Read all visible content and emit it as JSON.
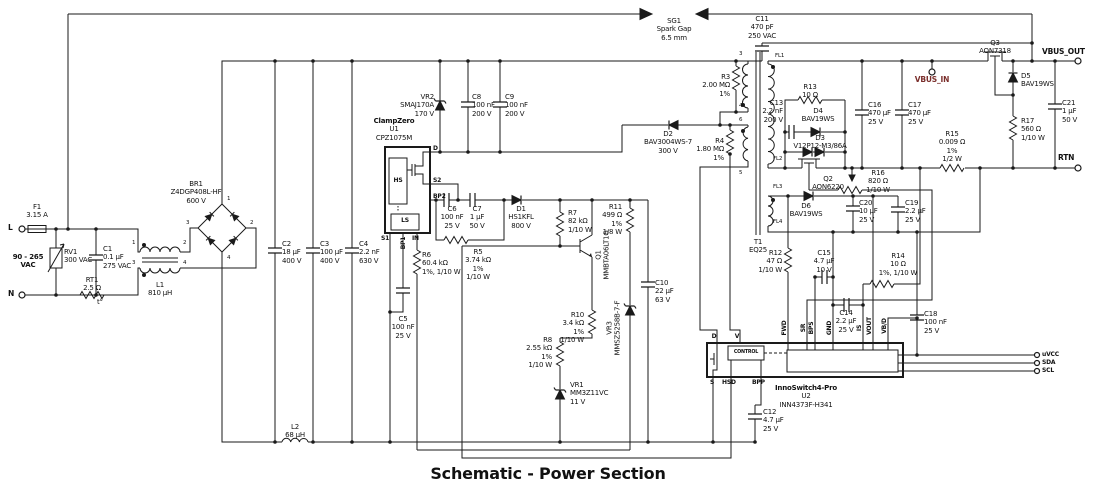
{
  "title": "Schematic - Power Section",
  "colors": {
    "wire": "#1a1a1a",
    "vbus_in_label": "#7a2e2b",
    "background": "#ffffff"
  },
  "terminals": {
    "L": "L",
    "N": "N",
    "VBUS_OUT": "VBUS_OUT",
    "RTN": "RTN",
    "VBUS_IN": "VBUS_IN",
    "uVCC": "uVCC",
    "SDA": "SDA",
    "SCL": "SCL"
  },
  "input_rating": [
    "90 - 265",
    "VAC"
  ],
  "components": {
    "F1": [
      "F1",
      "3.15 A"
    ],
    "RT1": [
      "RT1",
      "2.5 Ω"
    ],
    "RT1_mark": "t°",
    "RV1": [
      "RV1",
      "300 VAC"
    ],
    "C1": [
      "C1",
      "0.1 µF",
      "275 VAC"
    ],
    "L1": [
      "L1",
      "810 µH"
    ],
    "BR1": [
      "BR1",
      "Z4DGP408L-HF",
      "600 V"
    ],
    "L2": [
      "L2",
      "68 µH"
    ],
    "C2": [
      "C2",
      "18 µF",
      "400 V"
    ],
    "C3": [
      "C3",
      "100 µF",
      "400 V"
    ],
    "C4": [
      "C4",
      "2.2 nF",
      "630 V"
    ],
    "U1": [
      "ClampZero",
      "U1",
      "CPZ1075M"
    ],
    "VR2": [
      "VR2",
      "SMAJ170A",
      "170 V"
    ],
    "C8": [
      "C8",
      "100 nF",
      "200 V"
    ],
    "C9": [
      "C9",
      "100 nF",
      "200 V"
    ],
    "C6": [
      "C6",
      "100 nF",
      "25 V"
    ],
    "C7": [
      "C7",
      "1 µF",
      "50 V"
    ],
    "D1": [
      "D1",
      "HS1KFL",
      "800 V"
    ],
    "R5": [
      "R5",
      "3.74 kΩ",
      "1%",
      "1/10 W"
    ],
    "R6": [
      "R6",
      "60.4 kΩ",
      "1%, 1/10 W"
    ],
    "C5": [
      "C5",
      "100 nF",
      "25 V"
    ],
    "R7": [
      "R7",
      "82 kΩ",
      "1/10 W"
    ],
    "R11": [
      "R11",
      "499 Ω",
      "1%",
      "1/8 W"
    ],
    "Q1": [
      "Q1",
      "MMBTA06LT1G"
    ],
    "R10": [
      "R10",
      "3.4 kΩ",
      "1%",
      "1/10 W"
    ],
    "VR3": [
      "VR3",
      "MMSZ5258B-7-F"
    ],
    "C10": [
      "C10",
      "22 µF",
      "63 V"
    ],
    "R8": [
      "R8",
      "2.55 kΩ",
      "1%",
      "1/10 W"
    ],
    "VR1": [
      "VR1",
      "MM3Z11VC",
      "11 V"
    ],
    "D2": [
      "D2",
      "BAV3004WS-7",
      "300 V"
    ],
    "R3": [
      "R3",
      "2.00 MΩ",
      "1%"
    ],
    "R4": [
      "R4",
      "1.80 MΩ",
      "1%"
    ],
    "T1": [
      "T1",
      "EQ25"
    ],
    "C11": [
      "C11",
      "470 pF",
      "250 VAC"
    ],
    "SG1": [
      "SG1",
      "Spark Gap",
      "6.5 mm"
    ],
    "R13": [
      "R13",
      "10 Ω"
    ],
    "C13": [
      "C13",
      "2.2 nF",
      "200 V"
    ],
    "D4": [
      "D4",
      "BAV19WS"
    ],
    "D3": [
      "D3",
      "V12P12-M3/86A"
    ],
    "Q2": [
      "Q2",
      "AON6220"
    ],
    "D6": [
      "D6",
      "BAV19WS"
    ],
    "C20": [
      "C20",
      "10 µF",
      "25 V"
    ],
    "C19": [
      "C19",
      "2.2 µF",
      "25 V"
    ],
    "R16": [
      "R16",
      "820 Ω",
      "1/10 W"
    ],
    "R12": [
      "R12",
      "47 Ω",
      "1/10 W"
    ],
    "C15": [
      "C15",
      "4.7 µF",
      "10 V"
    ],
    "R14": [
      "R14",
      "10 Ω",
      "1%, 1/10 W"
    ],
    "C16": [
      "C16",
      "470 µF",
      "25 V"
    ],
    "C17": [
      "C17",
      "470 µF",
      "25 V"
    ],
    "R15": [
      "R15",
      "0.009 Ω",
      "1%",
      "1/2 W"
    ],
    "Q3": [
      "Q3",
      "AON7318"
    ],
    "D5": [
      "D5",
      "BAV19WS"
    ],
    "R17": [
      "R17",
      "560 Ω",
      "1/10 W"
    ],
    "C21": [
      "C21",
      "1 µF",
      "50 V"
    ],
    "C14": [
      "C14",
      "2.2 µF",
      "25 V"
    ],
    "C18": [
      "C18",
      "100 nF",
      "25 V"
    ],
    "C12": [
      "C12",
      "4.7 µF",
      "25 V"
    ],
    "U2": [
      "InnoSwitch4-Pro",
      "U2",
      "INN4373F-H341"
    ]
  },
  "u1_pins": {
    "D": "D",
    "S2": "S2",
    "BP2": "BP2",
    "S1": "S1",
    "BP1": "BP1",
    "IN": "IN",
    "HS": "HS",
    "LS": "LS"
  },
  "u2_pins": {
    "D": "D",
    "V": "V",
    "FWD": "FWD",
    "SR": "SR",
    "BPS": "BPS",
    "GND": "GND",
    "IS": "IS",
    "VOUT": "VOUT",
    "VBD": "VB/D",
    "S": "S",
    "HSD": "HSD",
    "BPP": "BPP",
    "CONTROL": "CONTROL"
  },
  "t1_pins": {
    "p3": "3",
    "p4": "4",
    "p6": "6",
    "p5": "5",
    "FL1": "FL1",
    "FL2": "FL2",
    "FL3": "FL3",
    "FL4": "FL4"
  },
  "l1_pins": [
    "1",
    "2",
    "3",
    "4"
  ],
  "br1_pins": [
    "1",
    "2",
    "3",
    "4"
  ]
}
